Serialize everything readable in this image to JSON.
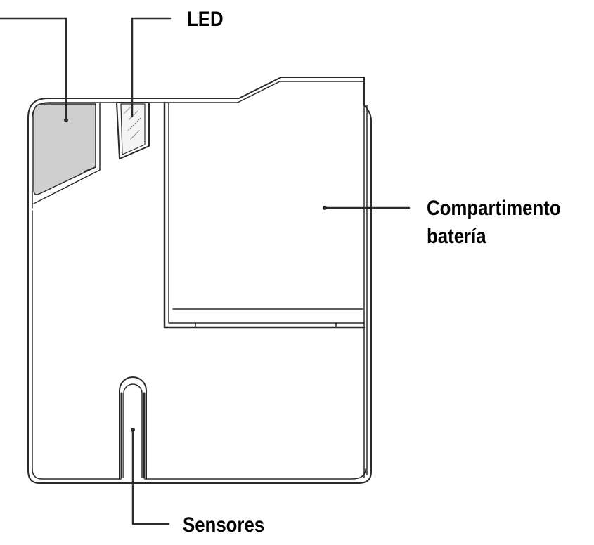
{
  "labels": {
    "led": "LED",
    "battery_line1": "Compartimento",
    "battery_line2": "batería",
    "sensors": "Sensores"
  },
  "colors": {
    "outline": "#2a2a2a",
    "panel_fill": "#cfcfcf",
    "background": "#ffffff"
  }
}
